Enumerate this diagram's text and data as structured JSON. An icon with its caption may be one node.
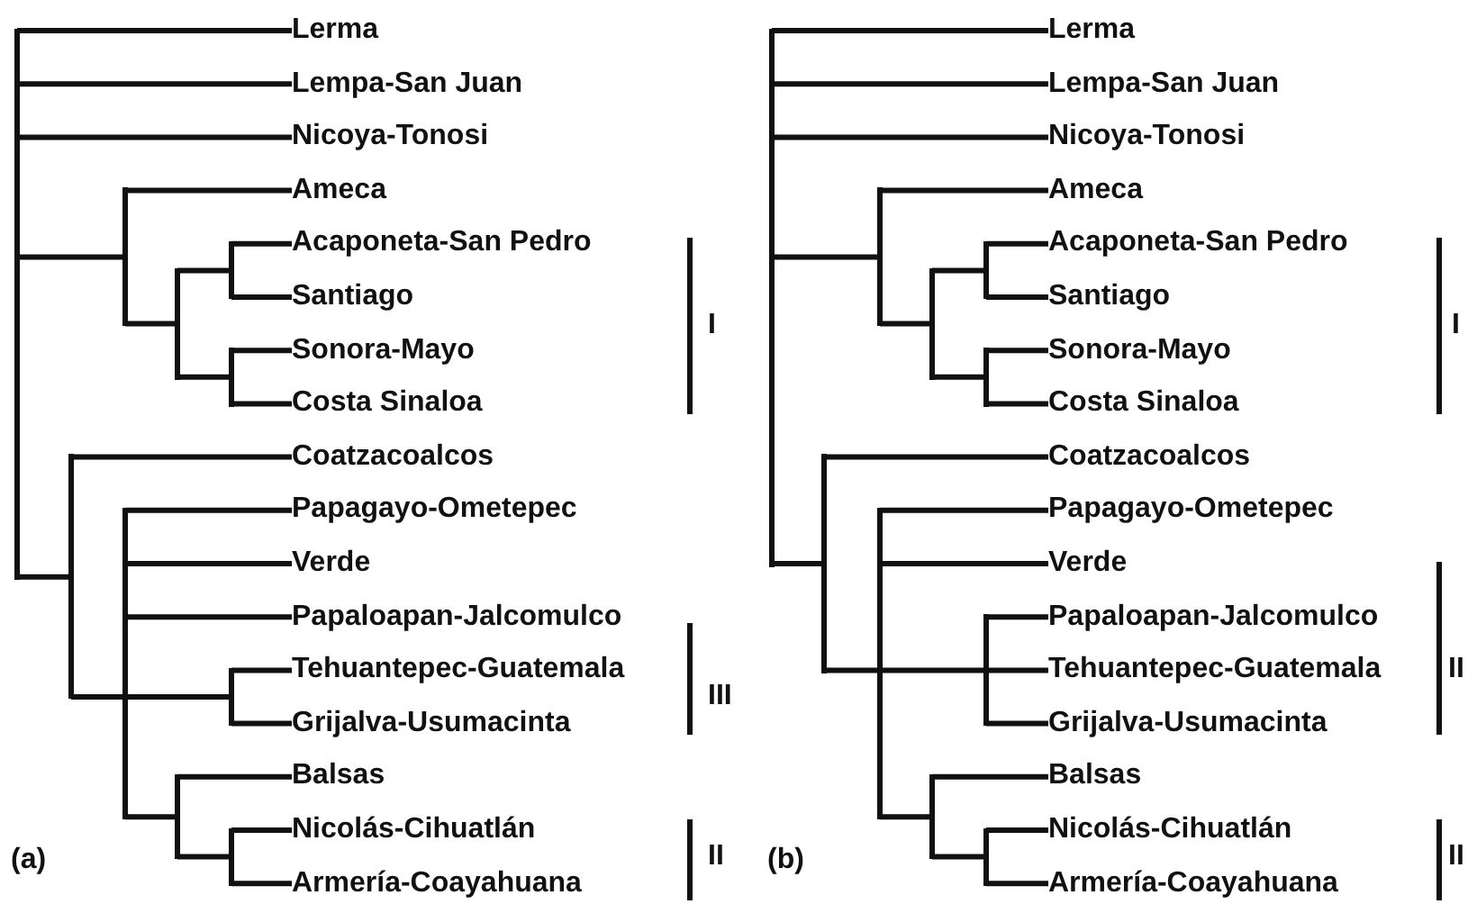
{
  "diagram": {
    "nodes": [
      {
        "text": [],
        "shape": "bar"
      },
      {
        "text": [
          "Lerma"
        ]
      },
      {
        "text": [
          "Lempa-San Juan"
        ]
      },
      {
        "text": [
          "Nicoya-Tonosi"
        ]
      },
      {
        "text": [],
        "shape": "bar"
      },
      {
        "text": [
          "Ameca"
        ]
      },
      {
        "text": [],
        "shape": "bar"
      },
      {
        "text": [],
        "shape": "bar"
      },
      {
        "text": [
          "Acaponeta-San Pedro"
        ]
      },
      {
        "text": [
          "Santiago"
        ]
      },
      {
        "text": [],
        "shape": "bar"
      },
      {
        "text": [
          "Sonora-Mayo"
        ]
      },
      {
        "text": [
          "Costa Sinaloa"
        ]
      },
      {
        "text": [],
        "shape": "bar"
      },
      {
        "text": [
          "Coatzacoalcos"
        ]
      },
      {
        "text": [],
        "shape": "bar"
      },
      {
        "text": [
          "Papagayo-Ometepec"
        ]
      },
      {
        "text": [
          "Verde"
        ]
      },
      {
        "text": [
          "Papaloapan-Jalcomulco"
        ]
      },
      {
        "text": [],
        "shape": "bar"
      },
      {
        "text": [
          "Tehuantepec-Guatemala"
        ]
      },
      {
        "text": [
          "Grijalva-Usumacinta"
        ]
      },
      {
        "text": [],
        "shape": "bar"
      },
      {
        "text": [
          "Balsas"
        ]
      },
      {
        "text": [],
        "shape": "bar"
      },
      {
        "text": [
          "Nicolás-Cihuatlán"
        ]
      },
      {
        "text": [
          "Armería-Coayahuana"
        ]
      },
      {
        "text": [],
        "shape": "bar"
      },
      {
        "text": [
          "Lerma"
        ]
      },
      {
        "text": [
          "Lempa-San Juan"
        ]
      },
      {
        "text": [
          "Nicoya-Tonosi"
        ]
      },
      {
        "text": [],
        "shape": "bar"
      },
      {
        "text": [
          "Ameca"
        ]
      },
      {
        "text": [],
        "shape": "bar"
      },
      {
        "text": [],
        "shape": "bar"
      },
      {
        "text": [
          "Acaponeta-San Pedro"
        ]
      },
      {
        "text": [
          "Santiago"
        ]
      },
      {
        "text": [],
        "shape": "bar"
      },
      {
        "text": [
          "Sonora-Mayo"
        ]
      },
      {
        "text": [
          "Costa Sinaloa"
        ]
      },
      {
        "text": [],
        "shape": "bar"
      },
      {
        "text": [
          "Coatzacoalcos"
        ]
      },
      {
        "text": [],
        "shape": "bar"
      },
      {
        "text": [
          "Papagayo-Ometepec"
        ]
      },
      {
        "text": [
          "Verde"
        ]
      },
      {
        "text": [],
        "shape": "bar"
      },
      {
        "text": [
          "Papaloapan-Jalcomulco"
        ]
      },
      {
        "text": [
          "Tehuantepec-Guatemala"
        ]
      },
      {
        "text": [
          "Grijalva-Usumacinta"
        ]
      },
      {
        "text": [],
        "shape": "bar"
      },
      {
        "text": [
          "Balsas"
        ]
      },
      {
        "text": [],
        "shape": "bar"
      },
      {
        "text": [
          "Nicolás-Cihuatlán"
        ]
      },
      {
        "text": [
          "Armería-Coayahuana"
        ]
      }
    ],
    "edges": [
      {
        "from": 0,
        "to": 1,
        "arrow": "none"
      },
      {
        "from": 0,
        "to": 2,
        "arrow": "none"
      },
      {
        "from": 0,
        "to": 3,
        "arrow": "none"
      },
      {
        "from": 0,
        "to": 4,
        "arrow": "none"
      },
      {
        "from": 4,
        "to": 5,
        "arrow": "none"
      },
      {
        "from": 4,
        "to": 6,
        "arrow": "none"
      },
      {
        "from": 6,
        "to": 7,
        "arrow": "none"
      },
      {
        "from": 7,
        "to": 8,
        "arrow": "none"
      },
      {
        "from": 7,
        "to": 9,
        "arrow": "none"
      },
      {
        "from": 6,
        "to": 10,
        "arrow": "none"
      },
      {
        "from": 10,
        "to": 11,
        "arrow": "none"
      },
      {
        "from": 10,
        "to": 12,
        "arrow": "none"
      },
      {
        "from": 0,
        "to": 13,
        "arrow": "none"
      },
      {
        "from": 13,
        "to": 14,
        "arrow": "none"
      },
      {
        "from": 13,
        "to": 15,
        "arrow": "none"
      },
      {
        "from": 15,
        "to": 16,
        "arrow": "none"
      },
      {
        "from": 15,
        "to": 17,
        "arrow": "none"
      },
      {
        "from": 15,
        "to": 18,
        "arrow": "none"
      },
      {
        "from": 15,
        "to": 19,
        "arrow": "none"
      },
      {
        "from": 19,
        "to": 20,
        "arrow": "none"
      },
      {
        "from": 19,
        "to": 21,
        "arrow": "none"
      },
      {
        "from": 15,
        "to": 22,
        "arrow": "none"
      },
      {
        "from": 22,
        "to": 23,
        "arrow": "none"
      },
      {
        "from": 22,
        "to": 24,
        "arrow": "none"
      },
      {
        "from": 24,
        "to": 25,
        "arrow": "none"
      },
      {
        "from": 24,
        "to": 26,
        "arrow": "none"
      },
      {
        "from": 27,
        "to": 28,
        "arrow": "none"
      },
      {
        "from": 27,
        "to": 29,
        "arrow": "none"
      },
      {
        "from": 27,
        "to": 30,
        "arrow": "none"
      },
      {
        "from": 27,
        "to": 31,
        "arrow": "none"
      },
      {
        "from": 31,
        "to": 32,
        "arrow": "none"
      },
      {
        "from": 31,
        "to": 33,
        "arrow": "none"
      },
      {
        "from": 33,
        "to": 34,
        "arrow": "none"
      },
      {
        "from": 34,
        "to": 35,
        "arrow": "none"
      },
      {
        "from": 34,
        "to": 36,
        "arrow": "none"
      },
      {
        "from": 33,
        "to": 37,
        "arrow": "none"
      },
      {
        "from": 37,
        "to": 38,
        "arrow": "none"
      },
      {
        "from": 37,
        "to": 39,
        "arrow": "none"
      },
      {
        "from": 27,
        "to": 40,
        "arrow": "none"
      },
      {
        "from": 40,
        "to": 41,
        "arrow": "none"
      },
      {
        "from": 40,
        "to": 42,
        "arrow": "none"
      },
      {
        "from": 42,
        "to": 43,
        "arrow": "none"
      },
      {
        "from": 42,
        "to": 44,
        "arrow": "none"
      },
      {
        "from": 42,
        "to": 45,
        "arrow": "none"
      },
      {
        "from": 45,
        "to": 46,
        "arrow": "none"
      },
      {
        "from": 45,
        "to": 47,
        "arrow": "none"
      },
      {
        "from": 45,
        "to": 48,
        "arrow": "none"
      },
      {
        "from": 42,
        "to": 49,
        "arrow": "none"
      },
      {
        "from": 49,
        "to": 50,
        "arrow": "none"
      },
      {
        "from": 49,
        "to": 51,
        "arrow": "none"
      },
      {
        "from": 51,
        "to": 52,
        "arrow": "none"
      },
      {
        "from": 51,
        "to": 53,
        "arrow": "none"
      }
    ],
    "labels": [
      "I",
      "III",
      "II",
      "(a)",
      "I",
      "II",
      "II",
      "(b)"
    ]
  }
}
